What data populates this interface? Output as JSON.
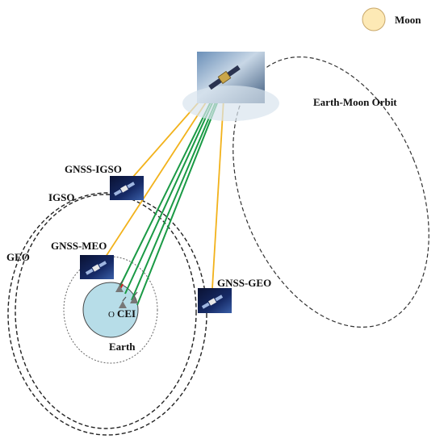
{
  "labels": {
    "moon": "Moon",
    "earth_moon_orbit": "Earth-Moon Orbit",
    "gnss_igso": "GNSS-IGSO",
    "igso": "IGSO",
    "gnss_meo": "GNSS-MEO",
    "geo": "GEO",
    "gnss_geo": "GNSS-GEO",
    "cei": "CEI",
    "origin": "O",
    "earth": "Earth"
  },
  "colors": {
    "moon_fill": "#fde9b5",
    "earth_fill": "#b7dde8",
    "link_yellow": "#f2b21b",
    "link_green": "#1a9a45",
    "orbit_line": "#222222",
    "sat_panel": "#0b1f4d"
  }
}
